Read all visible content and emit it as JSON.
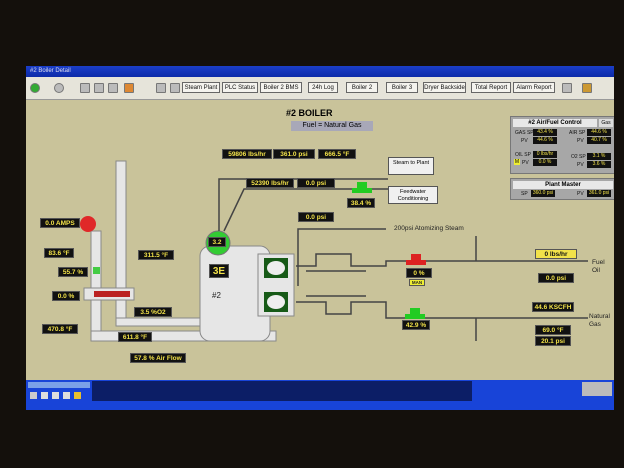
{
  "window": {
    "title": "#2 Boiler Detail"
  },
  "toolbar": {
    "buttons": [
      "Steam Plant",
      "PLC Status",
      "Boiler 2 BMS",
      "24h Log",
      "Boiler 2",
      "Boiler 3",
      "Dryer Backside",
      "Total Report",
      "Alarm Report"
    ]
  },
  "header": {
    "title": "#2 BOILER",
    "fuel": "Fuel = Natural Gas"
  },
  "steam": {
    "flow": "59806 lbs/hr",
    "pressure": "361.0 psi",
    "temp": "666.5 °F",
    "dest": "Steam to Plant"
  },
  "feedwater": {
    "flow": "52390 lbs/hr",
    "pressure": "0.0 psi",
    "valve": "38.4 %",
    "dest": "Feedwater Conditioning"
  },
  "atomizing": {
    "pressure": "0.0 psi",
    "label": "200psi Atomizing Steam"
  },
  "air": {
    "fan_amps": "0.0 AMPS",
    "inlet_temp": "83.6 °F",
    "damper": "55.7 %",
    "heater": "0.0 %",
    "preheat_temp": "470.8 °F",
    "stack_temp": "311.5 °F",
    "o2": "3.5 %O2",
    "flue_temp": "611.8 °F",
    "airflow": "57.8 % Air Flow"
  },
  "boiler": {
    "drum_level": "3.2",
    "unit": "3E",
    "number": "#2"
  },
  "fuel_oil": {
    "valve": "0 %",
    "mode": "MAN",
    "flow": "0 lbs/hr",
    "pressure": "0.0 psi",
    "label": "Fuel Oil"
  },
  "natural_gas": {
    "valve": "42.9 %",
    "flow": "44.6 KSCFH",
    "temp": "69.0 °F",
    "pressure": "20.1 psi",
    "label": "Natural Gas"
  },
  "air_fuel_control": {
    "title": "#2 Air/Fuel Control",
    "mode_button": "Gas",
    "gas_sp_label": "GAS SP",
    "gas_sp": "43.4 %",
    "gas_pv_label": "PV",
    "gas_pv": "44.6 %",
    "air_sp_label": "AIR SP",
    "air_sp": "44.6 %",
    "air_pv_label": "PV",
    "air_pv": "40.7 %",
    "oil_sp_label": "OIL SP",
    "oil_sp": "0 lbs/hr",
    "oil_pv_label": "PV",
    "oil_pv": "0.0 %",
    "o2_sp_label": "O2 SP",
    "o2_sp": "3.1 %",
    "o2_pv_label": "PV",
    "o2_pv": "3.6 %",
    "manual": "M"
  },
  "plant_master": {
    "title": "Plant Master",
    "sp_label": "SP",
    "sp": "360.0 psi",
    "pv_label": "PV",
    "pv": "361.0 psi"
  },
  "colors": {
    "titlebar": "#1b3fc9",
    "background": "#c9c39a",
    "value_text": "#f2e24a",
    "valve_open": "#2fa52f",
    "valve_closed": "#d02020",
    "taskbar": "#1844d8"
  }
}
